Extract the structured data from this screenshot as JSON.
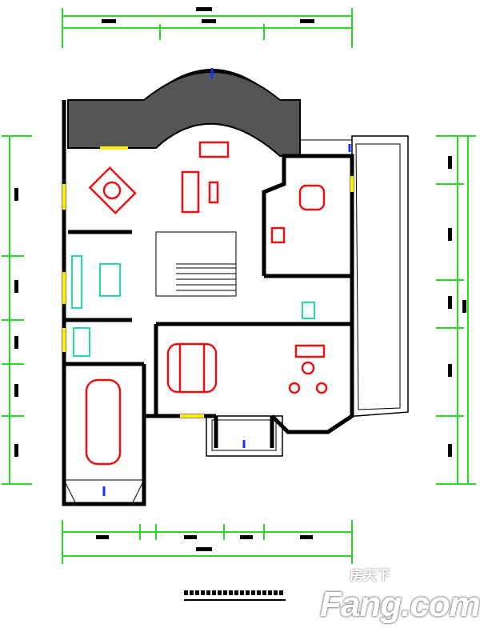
{
  "drawing": {
    "type": "floor-plan",
    "colors": {
      "dimension": "#22dd22",
      "wall": "#000000",
      "furniture": "#ee1111",
      "fixtures": "#22ddaa",
      "window": "#ffee00",
      "door_marker": "#1133ff"
    }
  },
  "watermark": {
    "brand_latin": "Fang.com",
    "brand_cn": "房天下"
  }
}
